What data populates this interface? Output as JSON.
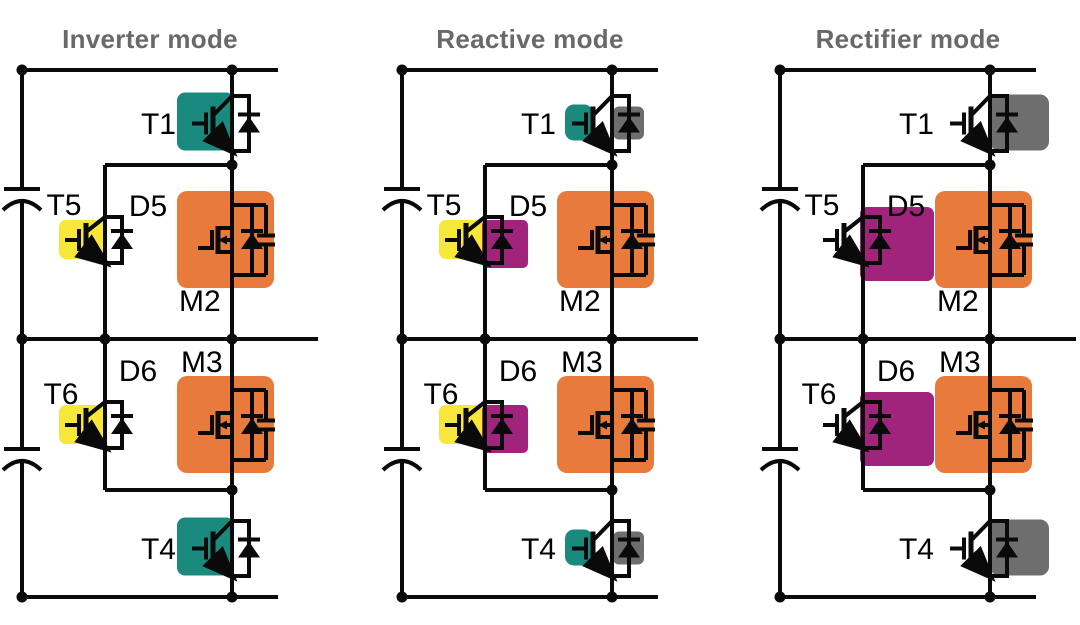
{
  "figure": {
    "type": "circuit-diagram",
    "description": "ANPC converter leg conduction highlighting in three operating modes",
    "background": "#ffffff"
  },
  "colors": {
    "teal": "#1a8a7e",
    "yellow": "#f6e73a",
    "orange": "#e87a3c",
    "magenta": "#a1247c",
    "gray": "#6e6e6e",
    "wire": "#0a0a0a",
    "title_text": "#696969",
    "label_text": "#000000"
  },
  "device_labels": {
    "T1": "T1",
    "T4": "T4",
    "T5": "T5",
    "T6": "T6",
    "D5": "D5",
    "D6": "D6",
    "M2": "M2",
    "M3": "M3"
  },
  "panels": [
    {
      "id": "inverter",
      "title": "Inverter mode",
      "highlights": {
        "T1": "teal-device",
        "D1": "none",
        "T5": "yellow-gate",
        "D5": "none",
        "M2": "orange",
        "M3": "orange",
        "T6": "yellow-gate",
        "D6": "none",
        "T4": "teal-device",
        "D4": "none"
      }
    },
    {
      "id": "reactive",
      "title": "Reactive mode",
      "highlights": {
        "T1": "teal-gate",
        "D1": "gray-small",
        "T5": "yellow-gate",
        "D5": "magenta-small",
        "M2": "orange",
        "M3": "orange",
        "T6": "yellow-gate",
        "D6": "magenta-small",
        "T4": "teal-gate",
        "D4": "gray-small"
      }
    },
    {
      "id": "rectifier",
      "title": "Rectifier mode",
      "highlights": {
        "T1": "none",
        "D1": "gray-large",
        "T5": "none",
        "D5": "magenta-large",
        "M2": "orange",
        "M3": "orange",
        "T6": "none",
        "D6": "magenta-large",
        "T4": "none",
        "D4": "gray-large"
      }
    }
  ]
}
